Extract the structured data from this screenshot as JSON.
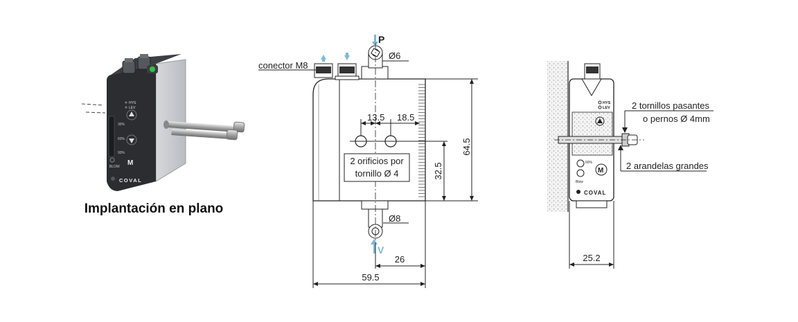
{
  "photo": {
    "caption": "Implantación en plano",
    "brand": "COVAL",
    "labels": {
      "hys": "HYS",
      "lev": "LEV",
      "p30": "30%",
      "p60": "60%",
      "p90": "90%",
      "blow": "BLOW",
      "m": "M"
    }
  },
  "front_view": {
    "connector_label": "conector M8",
    "port_p": "P",
    "port_v": "V",
    "dim_phi6": "Ø6",
    "dim_phi8": "Ø8",
    "dim_13_5": "13.5",
    "dim_18_5": "18.5",
    "holes_note_1": "2 orificios por",
    "holes_note_2": "tornillo Ø 4",
    "dim_64_5": "64.5",
    "dim_32_5": "32.5",
    "dim_26": "26",
    "dim_59_5": "59.5"
  },
  "side_view": {
    "screws_1": "2 tornillos pasantes",
    "screws_2": "o pernos Ø 4mm",
    "washers": "2 arandelas grandes",
    "dim_25_2": "25.2",
    "brand": "COVAL",
    "hys": "HYS",
    "lev": "LEV",
    "blow": "Blow",
    "m": "M",
    "p60": "60%"
  },
  "colors": {
    "arrow_blue": "#7fb8d6",
    "led_green": "#2ec24a",
    "housing": "#2b2d30",
    "plate": "#c9ccd0"
  }
}
